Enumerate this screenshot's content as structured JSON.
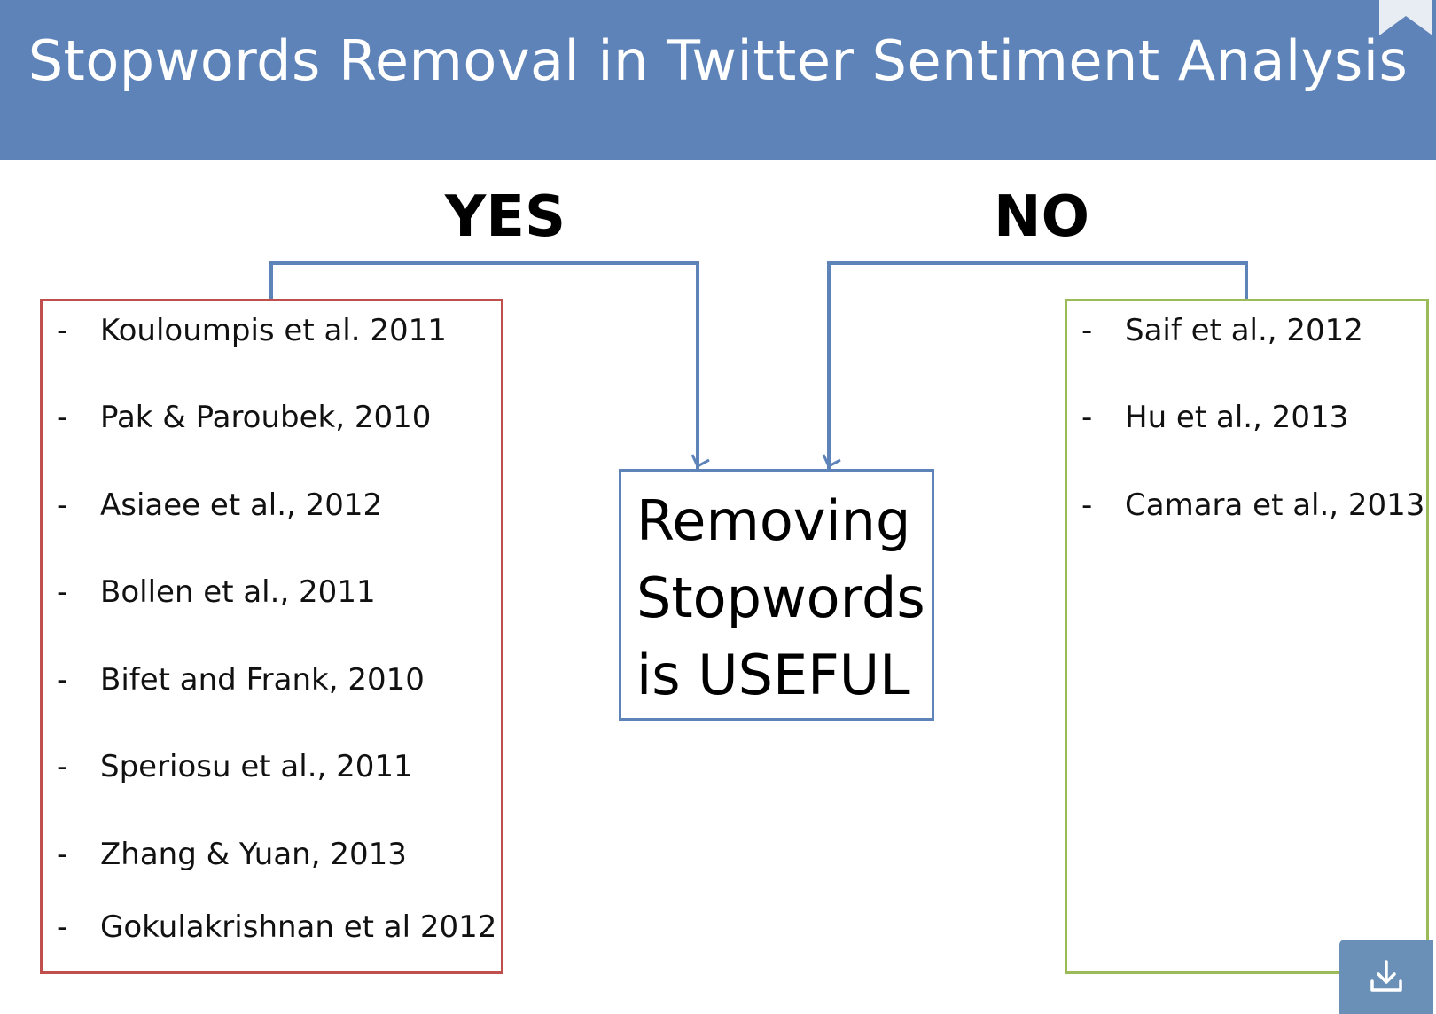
{
  "slide": {
    "title": "Stopwords Removal in Twitter Sentiment Analysis"
  },
  "yes": {
    "heading": "YES",
    "items": [
      "Kouloumpis et al. 2011",
      "Pak & Paroubek, 2010",
      "Asiaee et al., 2012",
      "Bollen et al., 2011",
      "Bifet and Frank, 2010",
      "Speriosu et al., 2011",
      "Zhang & Yuan, 2013",
      "Gokulakrishnan et al 2012"
    ]
  },
  "no": {
    "heading": "NO",
    "items": [
      "Saif et al., 2012",
      "Hu et al., 2013",
      "Camara et al., 2013"
    ]
  },
  "center": {
    "text": "Removing Stopwords is USEFUL"
  },
  "bullet": "-",
  "colors": {
    "title_bar": "#5e83b9",
    "yes_border": "#c0504d",
    "no_border": "#9bbb59",
    "connector": "#5e83b9"
  },
  "icons": {
    "bookmark": "bookmark-icon",
    "download": "download-icon"
  }
}
